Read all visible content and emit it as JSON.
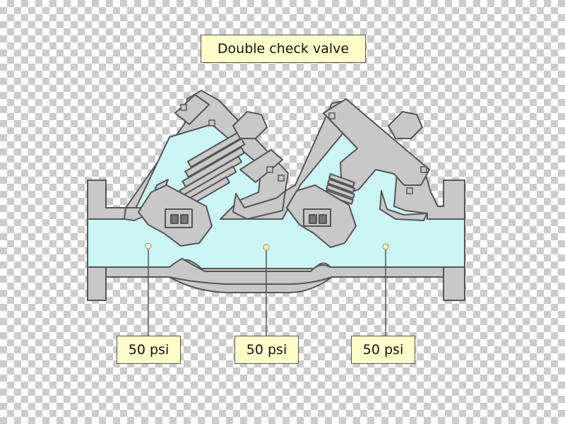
{
  "title": "Double check valve",
  "pressure_labels": [
    "50 psi",
    "50 psi",
    "50 psi"
  ],
  "colors": {
    "water": "#ccf5f5",
    "body": "#c8c8c8",
    "outline": "#555555",
    "label_bg": "#ffffcc"
  }
}
